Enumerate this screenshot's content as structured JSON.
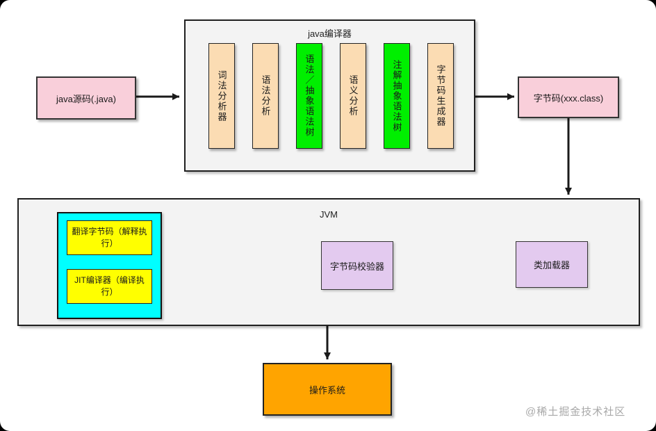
{
  "compiler": {
    "title": "java编译器",
    "stages": [
      {
        "label": "词法分析器",
        "color": "#fbdcb3"
      },
      {
        "label": "语法分析",
        "color": "#fbdcb3"
      },
      {
        "label": "语法／抽象语法树",
        "color": "#00ef00"
      },
      {
        "label": "语义分析",
        "color": "#fbdcb3"
      },
      {
        "label": "注解抽象语法树",
        "color": "#00ef00"
      },
      {
        "label": "字节码生成器",
        "color": "#fbdcb3"
      }
    ]
  },
  "source_box": {
    "label": "java源码(.java)",
    "color": "#f9cfda"
  },
  "bytecode_box": {
    "label": "字节码(xxx.class)",
    "color": "#f9cfda"
  },
  "jvm": {
    "title": "JVM",
    "runtime_container_color": "#00ffff",
    "interpreter_box": {
      "label": "翻译字节码（解释执行）",
      "color": "#ffff00"
    },
    "jit_box": {
      "label": "JIT编译器（编译执行）",
      "color": "#ffff00"
    },
    "verifier_box": {
      "label": "字节码校验器",
      "color": "#e3caef"
    },
    "classloader_box": {
      "label": "类加载器",
      "color": "#e3caef"
    }
  },
  "os_box": {
    "label": "操作系统",
    "color": "#ffa400"
  },
  "watermark": "@稀土掘金技术社区"
}
